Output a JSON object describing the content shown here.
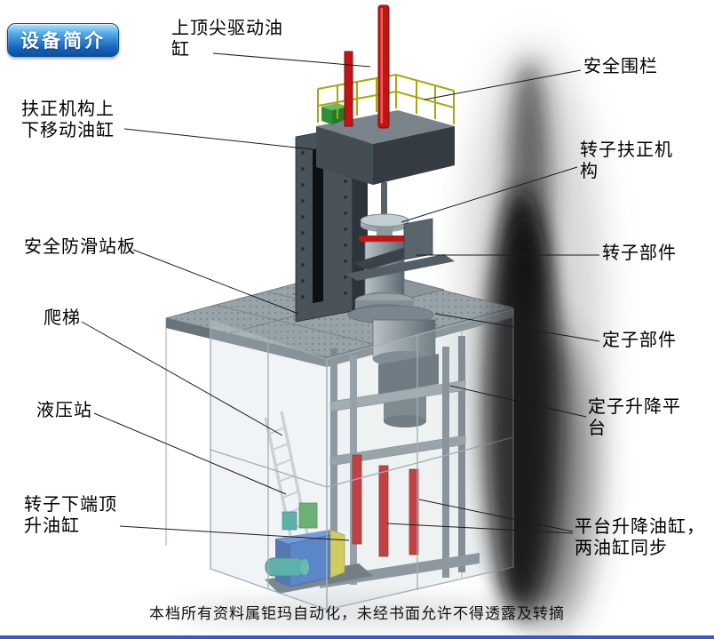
{
  "badge": {
    "label": "设备简介"
  },
  "labels": {
    "top_tip_cylinder": "上顶尖驱动油缸",
    "safety_fence": "安全围栏",
    "centering_updown_cylinder": "扶正机构上下移动油缸",
    "rotor_centering_mechanism": "转子扶正机构",
    "anti_slip_platform": "安全防滑站板",
    "rotor_component": "转子部件",
    "ladder": "爬梯",
    "stator_component": "定子部件",
    "hydraulic_station": "液压站",
    "stator_lifting_platform": "定子升降平台",
    "rotor_bottom_jack_cylinder": "转子下端顶升油缸",
    "platform_lifting_cylinder": "平台升降油缸，两油缸同步"
  },
  "footer": {
    "text": "本档所有资料属钜玛自动化，未经书面允许不得透露及转摘"
  },
  "colors": {
    "accent-blue": "#1767c0",
    "cylinder-red": "#c41313",
    "railing-yellow": "#a8a80c",
    "hydraulic-blue": "#2a62c0",
    "footer-bar": "#3b57c8"
  }
}
